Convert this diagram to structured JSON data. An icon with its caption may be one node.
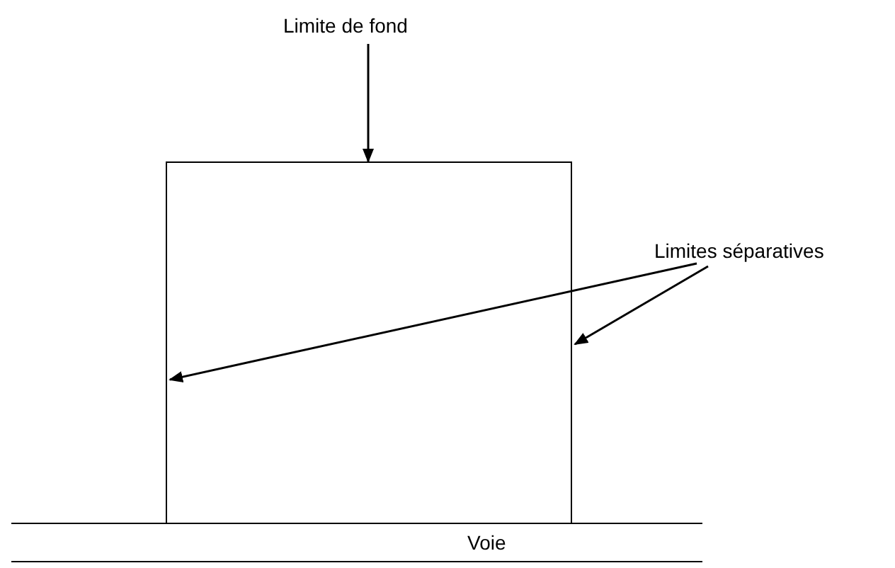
{
  "diagram": {
    "nodes": [
      {
        "text": [
          "Limite de fond"
        ]
      },
      {
        "text": [
          "Limites séparatives"
        ]
      },
      {
        "text": [],
        "shape": "box"
      },
      {
        "text": [
          "Voie"
        ]
      }
    ],
    "edges": [
      {
        "from": 0,
        "to": 2,
        "arrow": "to"
      },
      {
        "from": 1,
        "to": 2,
        "arrow": "to"
      },
      {
        "from": 1,
        "to": 2,
        "arrow": "to"
      }
    ]
  }
}
